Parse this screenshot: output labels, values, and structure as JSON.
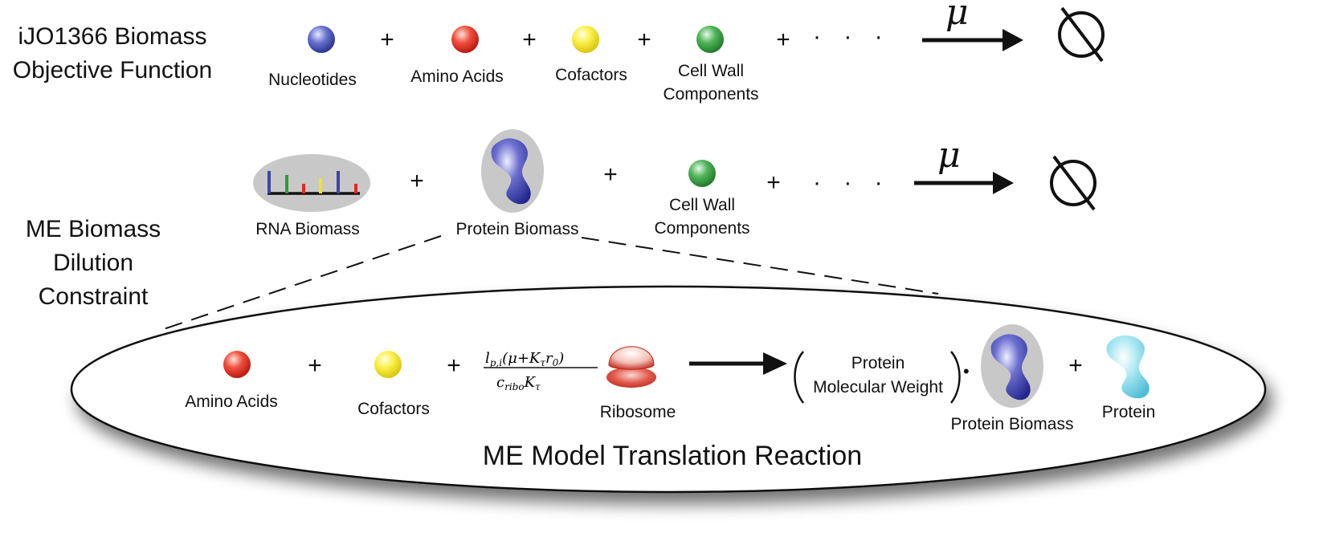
{
  "colors": {
    "nucleotide": "#3c46a8",
    "amino_acid": "#e0291e",
    "cofactor": "#f4e418",
    "cell_wall": "#2e9a3a",
    "protein_biomass_blob": "#3437a4",
    "protein_blob": "#6fd0e4",
    "ribosome": "#c82a1e",
    "gray_oval": "#c8c8c8"
  },
  "objective": {
    "title_line1": "iJO1366 Biomass",
    "title_line2": "Objective Function",
    "items": [
      {
        "label": "Nucleotides",
        "icon": "nucleotide-sphere"
      },
      {
        "label": "Amino Acids",
        "icon": "amino-acid-sphere"
      },
      {
        "label": "Cofactors",
        "icon": "cofactor-sphere"
      },
      {
        "label_line1": "Cell Wall",
        "label_line2": "Components",
        "icon": "cell-wall-sphere"
      }
    ],
    "plus": "+",
    "ellipsis": "· · ·",
    "rate": "μ",
    "product": "∅"
  },
  "dilution": {
    "title_line1": "ME Biomass",
    "title_line2": "Dilution",
    "title_line3": "Constraint",
    "items": [
      {
        "label": "RNA Biomass",
        "icon": "rna-biomass-icon"
      },
      {
        "label": "Protein Biomass",
        "icon": "protein-biomass-icon"
      },
      {
        "label_line1": "Cell Wall",
        "label_line2": "Components",
        "icon": "cell-wall-sphere"
      }
    ],
    "plus": "+",
    "ellipsis": "· · ·",
    "rate": "μ",
    "product": "∅"
  },
  "translation": {
    "title": "ME Model Translation Reaction",
    "amino_acids": "Amino Acids",
    "cofactors": "Cofactors",
    "ribosome": "Ribosome",
    "coefficient_numerator": "l_{p,i}(μ+K_τ r_0)",
    "coefficient_denominator": "c_{ribo} K_τ",
    "mw_line1": "Protein",
    "mw_line2": "Molecular Weight",
    "product1": "Protein Biomass",
    "product2": "Protein",
    "plus": "+",
    "dot": "•"
  }
}
